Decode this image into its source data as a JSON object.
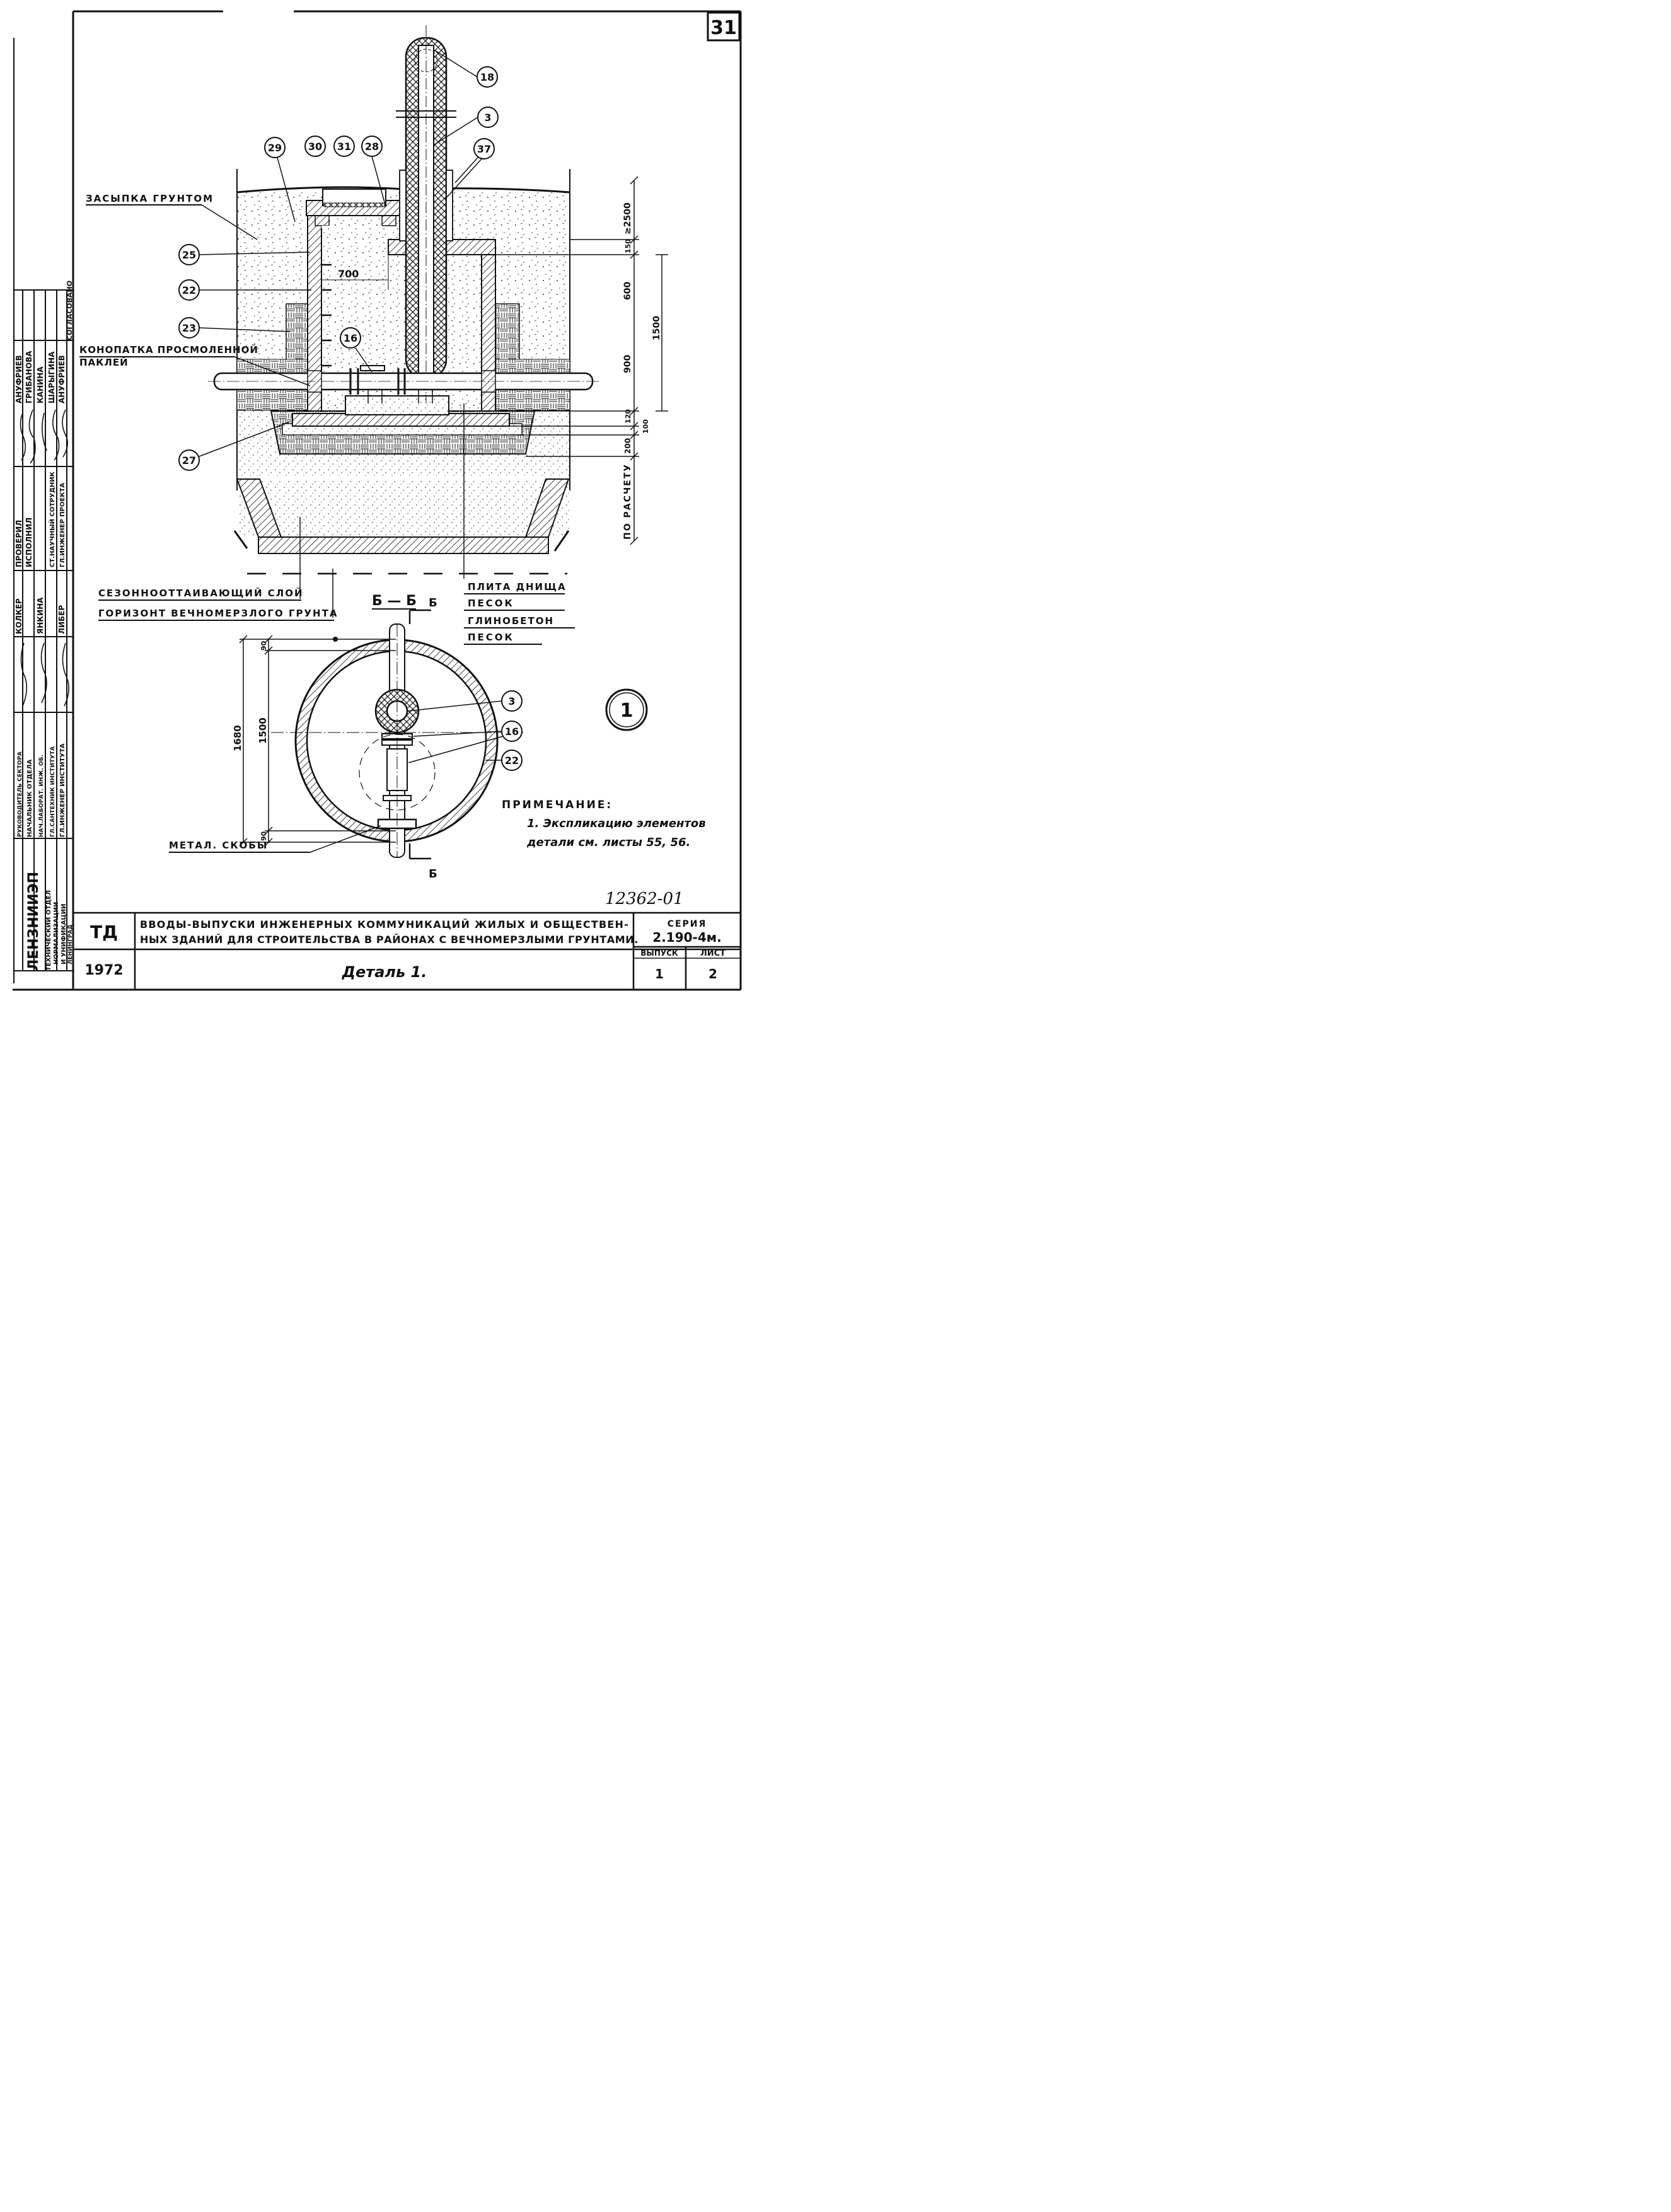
{
  "sheet_corner_number": "31",
  "drawing_id": "12362-01",
  "section_label": "Б — Б",
  "section_mark": "Б",
  "detail_number": "1",
  "callouts": {
    "c18": "18",
    "c3": "3",
    "c29": "29",
    "c30": "30",
    "c31": "31",
    "c28": "28",
    "c37": "37",
    "c25": "25",
    "c22": "22",
    "c23": "23",
    "c16": "16",
    "c27": "27",
    "p3": "3",
    "p16": "16",
    "p22": "22"
  },
  "labels": {
    "zasypka": "ЗАСЫПКА ГРУНТОМ",
    "konopatka_1": "КОНОПАТКА ПРОСМОЛЕННОЙ",
    "konopatka_2": "ПАКЛЕЙ",
    "dim_700": "700",
    "sezon": "СЕЗОННООТТАИВАЮЩИЙ СЛОЙ",
    "gorizont": "ГОРИЗОНТ ВЕЧНОМЕРЗЛОГО ГРУНТА",
    "layer_1": "ПЛИТА ДНИЩА",
    "layer_2": "ПЕСОК",
    "layer_3": "ГЛИНОБЕТОН",
    "layer_4": "ПЕСОК",
    "metal": "МЕТАЛ. СКОБЫ"
  },
  "dims_right": {
    "d2500": "≥2500",
    "d150": "150",
    "d600": "600",
    "d1500": "1500",
    "d900": "900",
    "d120": "120",
    "d100": "100",
    "d200": "200",
    "po_raschetu": "ПО РАСЧЕТУ"
  },
  "dims_plan": {
    "d1680": "1680",
    "d1500": "1500",
    "d90a": "90",
    "d90b": "90"
  },
  "note": {
    "title": "ПРИМЕЧАНИЕ:",
    "line1": "1. Экспликацию элементов",
    "line2": "детали см. листы 55, 56."
  },
  "title_block": {
    "td": "ТД",
    "year": "1972",
    "title_line1": "Вводы-выпуски инженерных коммуникаций жилых и общественных зданий для строительства в районах с вечномерзлыми грунтами.",
    "title_line1_a": "ВВОДЫ-ВЫПУСКИ ИНЖЕНЕРНЫХ КОММУНИКАЦИЙ ЖИЛЫХ И ОБЩЕСТВЕН-",
    "title_line1_b": "НЫХ ЗДАНИЙ ДЛЯ СТРОИТЕЛЬСТВА В РАЙОНАХ С ВЕЧНОМЕРЗЛЫМИ ГРУНТАМИ.",
    "subtitle": "Деталь 1.",
    "seria_label": "СЕРИЯ",
    "seria_value": "2.190-4м.",
    "vypusk_label": "ВЫПУСК",
    "vypusk_value": "1",
    "list_label": "ЛИСТ",
    "list_value": "2"
  },
  "side_block": {
    "soglasovano": "СОГЛАСОВАНО",
    "approvals": [
      {
        "role": "ГЛ.ИНЖЕНЕР ПРОЕКТА",
        "name": "АНУФРИЕВ"
      },
      {
        "role": "СТ.НАУЧНЫЙ СОТРУДНИК",
        "name": "ШАРЫГИНА"
      },
      {
        "role": "",
        "name": "КАНИНА"
      },
      {
        "role": "ИСПОЛНИЛ",
        "name": "ГРИБАНОВА"
      },
      {
        "role": "ПРОВЕРИЛ",
        "name": "АНУФРИЕВ"
      }
    ],
    "heads": [
      {
        "role": "ГЛ.ИНЖЕНЕР ИНСТИТУТА",
        "name": "ЛИБЕР"
      },
      {
        "role": "ГЛ.САНТЕХНИК ИНСТИТУТА",
        "name": ""
      },
      {
        "role": "НАЧ.ЛАБОРАТ. ИНЖ. ОБ.",
        "name": "ЯНКИНА"
      },
      {
        "role": "НАЧАЛЬНИК ОТДЕЛА",
        "name": ""
      },
      {
        "role": "РУКОВОДИТЕЛЬ СЕКТОРА",
        "name": "КОЛКЕР"
      }
    ],
    "org_1": "ЛЕНЗНИИЭП",
    "org_2": "ТЕХНИЧЕСКИЙ ОТДЕЛ",
    "org_3": "НОРМАЛИЗАЦИИ",
    "org_4": "И УНИФИКАЦИИ",
    "org_5": "ЛЕНИНГРАД"
  }
}
